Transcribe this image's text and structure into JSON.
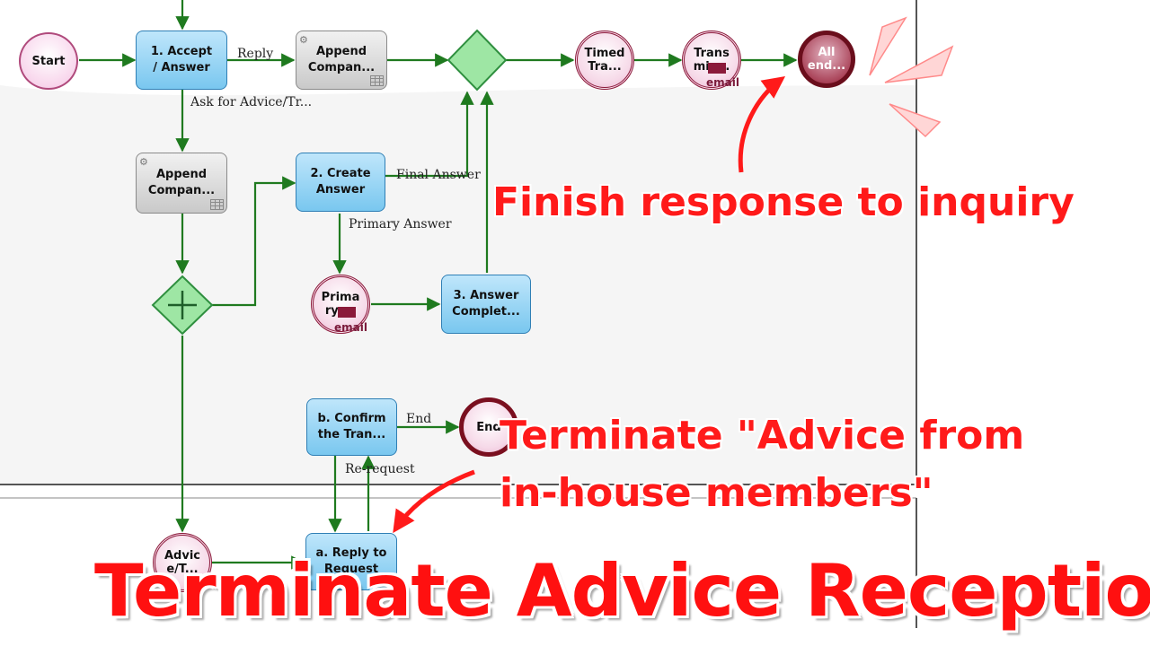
{
  "nodes": {
    "start": {
      "label": "Start"
    },
    "accept": {
      "label": "1. Accept\n/ Answer"
    },
    "append1": {
      "label": "Append\nCompan..."
    },
    "append2": {
      "label": "Append\nCompan..."
    },
    "timed": {
      "label": "Timed\nTra..."
    },
    "transmis": {
      "label": "Trans\nmis...",
      "sub": "email"
    },
    "allend": {
      "label": "All\nend..."
    },
    "create": {
      "label": "2. Create\nAnswer"
    },
    "primary": {
      "label": "Prima\nry ...",
      "sub": "email"
    },
    "complete": {
      "label": "3. Answer\nComplet..."
    },
    "confirm": {
      "label": "b. Confirm\nthe Tran..."
    },
    "end": {
      "label": "End"
    },
    "reply": {
      "label": "a. Reply to\nRequest"
    },
    "advice": {
      "label": "Advic\ne/T..."
    }
  },
  "flow_labels": {
    "reply": "Reply",
    "ask": "Ask for Advice/Tr...",
    "final": "Final Answer",
    "primary": "Primary Answer",
    "end": "End",
    "request": "Re-request"
  },
  "callouts": {
    "finish": "Finish response to inquiry",
    "terminate_line1": "Terminate \"Advice from",
    "terminate_line2": "in-house members\""
  },
  "title": "Terminate Advice Reception",
  "colors": {
    "flow": "#1f7a1f",
    "accent": "#ff1a1a",
    "task": "#79c7ef",
    "event_border": "#8b1a3a"
  }
}
